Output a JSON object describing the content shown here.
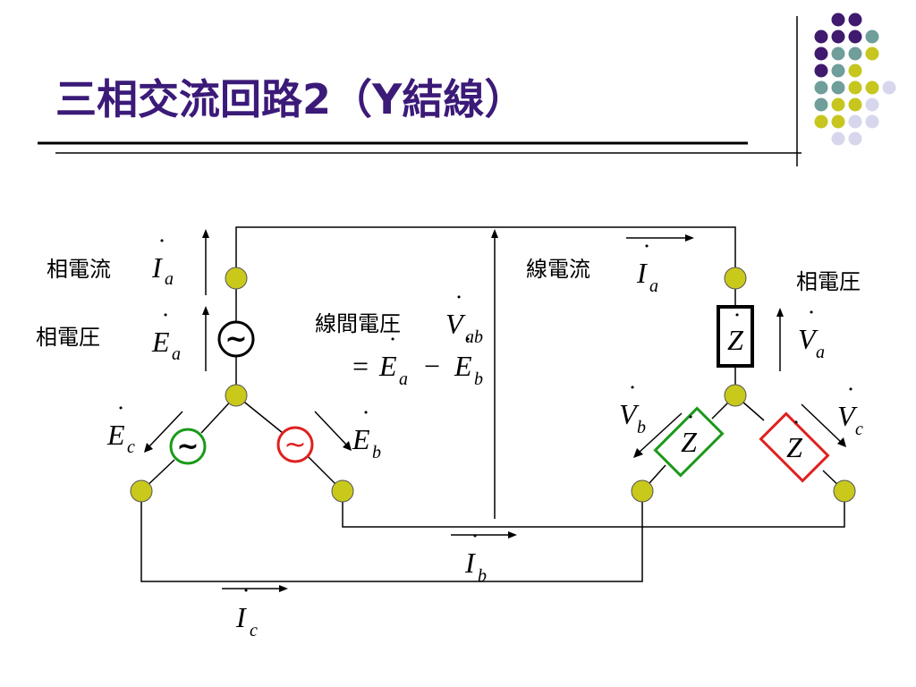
{
  "slide": {
    "title": "三相交流回路2（Y結線）"
  },
  "decor": {
    "dots": [
      {
        "r": 0,
        "c": 1,
        "color": "#3f1a6e"
      },
      {
        "r": 0,
        "c": 2,
        "color": "#3f1a6e"
      },
      {
        "r": 1,
        "c": 0,
        "color": "#3f1a6e"
      },
      {
        "r": 1,
        "c": 1,
        "color": "#3f1a6e"
      },
      {
        "r": 1,
        "c": 2,
        "color": "#3f1a6e"
      },
      {
        "r": 1,
        "c": 3,
        "color": "#6f9e9b"
      },
      {
        "r": 2,
        "c": 0,
        "color": "#3f1a6e"
      },
      {
        "r": 2,
        "c": 1,
        "color": "#6f9e9b"
      },
      {
        "r": 2,
        "c": 2,
        "color": "#6f9e9b"
      },
      {
        "r": 2,
        "c": 3,
        "color": "#c6c61f"
      },
      {
        "r": 3,
        "c": 0,
        "color": "#3f1a6e"
      },
      {
        "r": 3,
        "c": 1,
        "color": "#6f9e9b"
      },
      {
        "r": 3,
        "c": 2,
        "color": "#c6c61f"
      },
      {
        "r": 4,
        "c": 0,
        "color": "#6f9e9b"
      },
      {
        "r": 4,
        "c": 1,
        "color": "#6f9e9b"
      },
      {
        "r": 4,
        "c": 2,
        "color": "#c6c61f"
      },
      {
        "r": 4,
        "c": 3,
        "color": "#c6c61f"
      },
      {
        "r": 4,
        "c": 4,
        "color": "#d6d6ec"
      },
      {
        "r": 5,
        "c": 0,
        "color": "#6f9e9b"
      },
      {
        "r": 5,
        "c": 1,
        "color": "#c6c61f"
      },
      {
        "r": 5,
        "c": 2,
        "color": "#c6c61f"
      },
      {
        "r": 5,
        "c": 3,
        "color": "#d6d6ec"
      },
      {
        "r": 6,
        "c": 0,
        "color": "#c6c61f"
      },
      {
        "r": 6,
        "c": 1,
        "color": "#c6c61f"
      },
      {
        "r": 6,
        "c": 2,
        "color": "#d6d6ec"
      },
      {
        "r": 6,
        "c": 3,
        "color": "#d6d6ec"
      },
      {
        "r": 7,
        "c": 1,
        "color": "#d6d6ec"
      },
      {
        "r": 7,
        "c": 2,
        "color": "#d6d6ec"
      }
    ]
  },
  "colors": {
    "title": "#3b1a78",
    "node": "#c9c91c",
    "green": "#1a9a1a",
    "red": "#e02020",
    "wire": "#000000"
  },
  "labels": {
    "phase_current": "相電流",
    "phase_voltage_left": "相電圧",
    "line_voltage": "線間電圧",
    "line_current": "線電流",
    "phase_voltage_right": "相電圧"
  },
  "math": {
    "I": "I",
    "E": "E",
    "V": "V",
    "Z": "Z",
    "sub_a": "a",
    "sub_b": "b",
    "sub_c": "c",
    "sub_ab": "ab",
    "equals": "=",
    "minus": "−",
    "dot": "˙"
  },
  "sources": {
    "a_symbol": "~",
    "b_symbol": "~",
    "c_symbol": "~"
  }
}
